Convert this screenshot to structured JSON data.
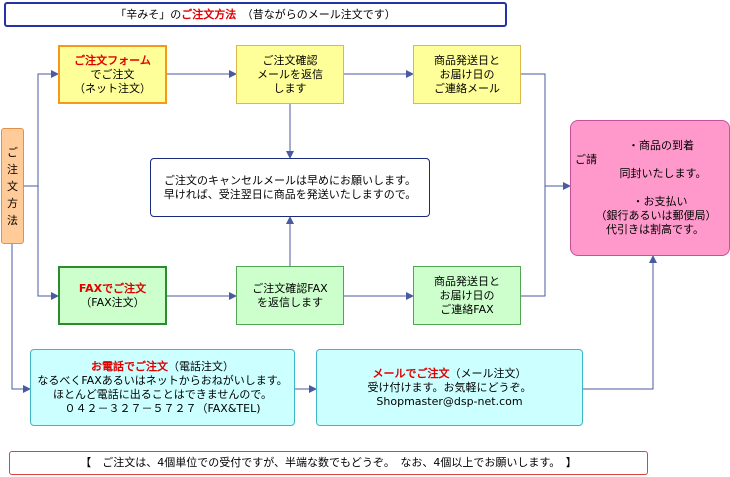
{
  "title": {
    "prefix": "「辛みそ」の",
    "emphasis": "ご注文方法",
    "suffix": "　（昔ながらのメール注文です）"
  },
  "side_label": [
    "ご",
    "注",
    "文",
    "方",
    "法"
  ],
  "form_order": {
    "title": "ご注文フォーム",
    "line1": "でご注文",
    "line2": "（ネット注文）"
  },
  "confirm_mail": {
    "line1": "ご注文確認",
    "line2": "メールを返信",
    "line3": "します"
  },
  "ship_mail": {
    "line1": "商品発送日と",
    "line2": "お届け日の",
    "line3": "ご連絡メール"
  },
  "cancel_note": {
    "line1": "ご注文のキャンセルメールは早めにお願いします。",
    "line2": "早ければ、受注翌日に商品を発送いたしますので。"
  },
  "fax_order": {
    "title": "FAXでご注文",
    "line1": "（FAX注文）"
  },
  "confirm_fax": {
    "line1": "ご注文確認FAX",
    "line2": "を返信します"
  },
  "ship_fax": {
    "line1": "商品発送日と",
    "line2": "お届け日の",
    "line3": "ご連絡FAX"
  },
  "delivery": {
    "line1": "・商品の到着",
    "line2": "ご請",
    "line3": "同封いたします。",
    "line4": "・お支払い",
    "line5": "（銀行あるいは郵便局）",
    "line6": "代引きは割高です。"
  },
  "phone_order": {
    "title": "お電話でご注文",
    "title_suffix": "（電話注文）",
    "line1": "なるべくFAXあるいはネットからおねがいします。",
    "line2": "ほとんど電話に出ることはできませんので。",
    "line3": "０４２－３２７－５７２７（FAX&TEL)"
  },
  "mail_order": {
    "title": "メールでご注文",
    "title_suffix": "（メール注文）",
    "line1": "受け付けます。お気軽にどうぞ。",
    "line2": "Shopmaster@dsp-net.com"
  },
  "footer_note": "【　ご注文は、4個単位での受付ですが、半端な数でもどうぞ。　なお、4個以上でお願いします。　】",
  "colors": {
    "arrow": "#4a5aa0",
    "yellow": "#ffff99",
    "green": "#ccffcc",
    "cyan": "#ccffff",
    "pink": "#ff99cc",
    "orange": "#ffcc99",
    "accent": "#e00000"
  }
}
